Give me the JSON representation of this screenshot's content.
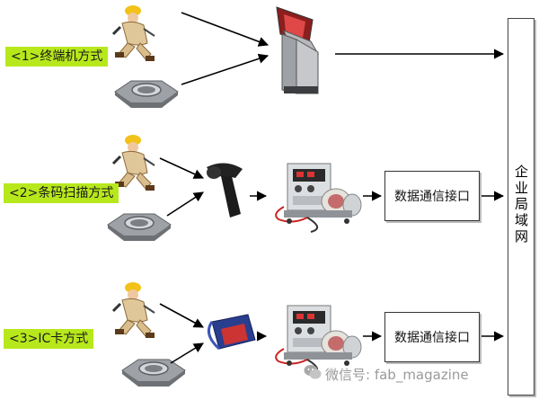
{
  "modes": [
    {
      "label": "<1>终端机方式"
    },
    {
      "label": "<2>条码扫描方式",
      "interface": "数据通信接口"
    },
    {
      "label": "<3>IC卡方式",
      "interface": "数据通信接口"
    }
  ],
  "network": {
    "label": "企业局域网"
  },
  "watermark": {
    "text": "微信号: fab_magazine"
  },
  "icons": [
    "worker-icon",
    "workpiece-icon",
    "kiosk-terminal-icon",
    "barcode-scanner-icon",
    "ic-card-reader-icon",
    "welding-machine-icon",
    "wechat-icon"
  ],
  "colors": {
    "label_bg": "#b7e81c",
    "arrow": "#000000"
  }
}
